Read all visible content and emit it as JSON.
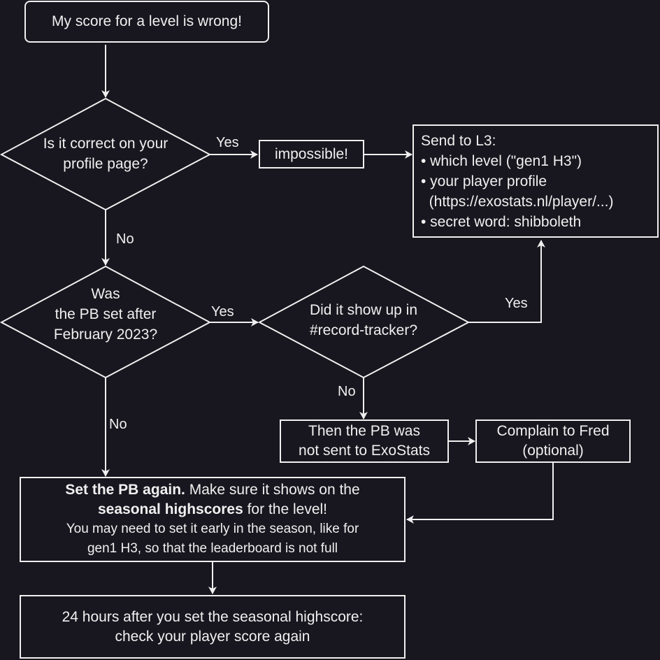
{
  "colors": {
    "background": "#18161e",
    "stroke": "#f0f0f0",
    "text": "#f0f0f0"
  },
  "nodes": {
    "start": "My score for a level is wrong!",
    "q_profile": [
      "Is it correct on your",
      "profile page?"
    ],
    "impossible": "impossible!",
    "send_l3": {
      "title": "Send to L3:",
      "items": [
        "• which level (\"gen1 H3\")",
        "• your player profile",
        "  (https://exostats.nl/player/...)",
        "• secret word: shibboleth"
      ]
    },
    "q_feb": [
      "Was",
      "the PB set after",
      "February 2023?"
    ],
    "q_tracker": [
      "Did it show up in",
      "#record-tracker?"
    ],
    "not_sent": [
      "Then the PB was",
      "not sent to ExoStats"
    ],
    "complain": [
      "Complain to Fred",
      "(optional)"
    ],
    "set_pb": {
      "bold1": "Set the PB again.",
      "text1": " Make sure it shows on the",
      "bold2": "seasonal highscores",
      "text2": " for the level!",
      "note1": "You may need to set it early in the season, like for",
      "note2": "gen1 H3, so that the leaderboard is not full"
    },
    "check": [
      "24 hours after you set the seasonal highscore:",
      "check your player score again"
    ]
  },
  "edge_labels": {
    "profile_yes": "Yes",
    "profile_no": "No",
    "feb_yes": "Yes",
    "feb_no": "No",
    "tracker_yes": "Yes",
    "tracker_no": "No"
  }
}
